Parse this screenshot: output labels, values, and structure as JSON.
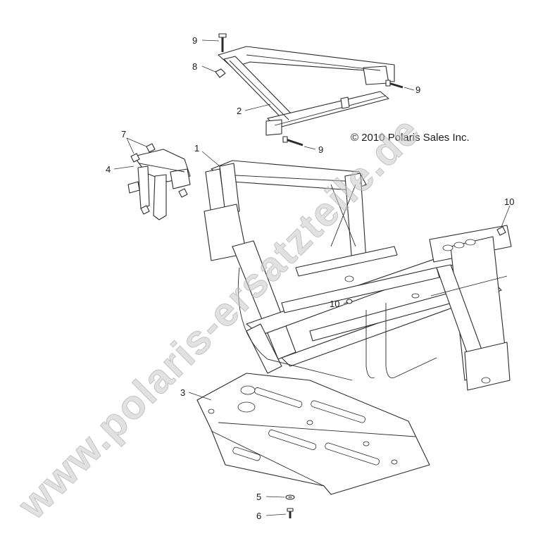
{
  "diagram": {
    "copyright": "© 2010 Polaris Sales Inc.",
    "watermark": "www.polaris-ersatzteile.de",
    "callouts": [
      {
        "id": "c9a",
        "label": "9"
      },
      {
        "id": "c8",
        "label": "8"
      },
      {
        "id": "c9b",
        "label": "9"
      },
      {
        "id": "c2",
        "label": "2"
      },
      {
        "id": "c9c",
        "label": "9"
      },
      {
        "id": "c7",
        "label": "7"
      },
      {
        "id": "c4",
        "label": "4"
      },
      {
        "id": "c1",
        "label": "1"
      },
      {
        "id": "c10a",
        "label": "10"
      },
      {
        "id": "c10b",
        "label": "10"
      },
      {
        "id": "c3",
        "label": "3"
      },
      {
        "id": "c5",
        "label": "5"
      },
      {
        "id": "c6",
        "label": "6"
      }
    ]
  }
}
